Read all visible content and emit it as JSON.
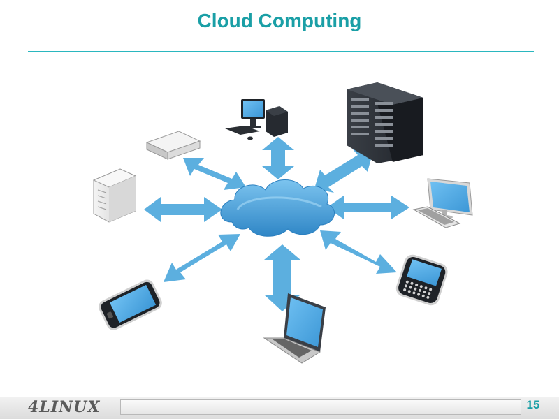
{
  "slide": {
    "title": "Cloud Computing",
    "page_number": "15"
  },
  "footer": {
    "logo_text": "4LINUX"
  },
  "colors": {
    "accent": "#1a9fa6",
    "arrow": "#4aa6dc",
    "cloud": "#3e9ad6",
    "screen": "#4ba9e3"
  },
  "diagram": {
    "center": "cloud-icon",
    "devices": [
      "desktop-computer-icon",
      "server-rack-icon",
      "monitor-keyboard-icon",
      "blackberry-phone-icon",
      "laptop-icon",
      "smartphone-icon",
      "tower-server-icon",
      "network-appliance-icon"
    ]
  }
}
